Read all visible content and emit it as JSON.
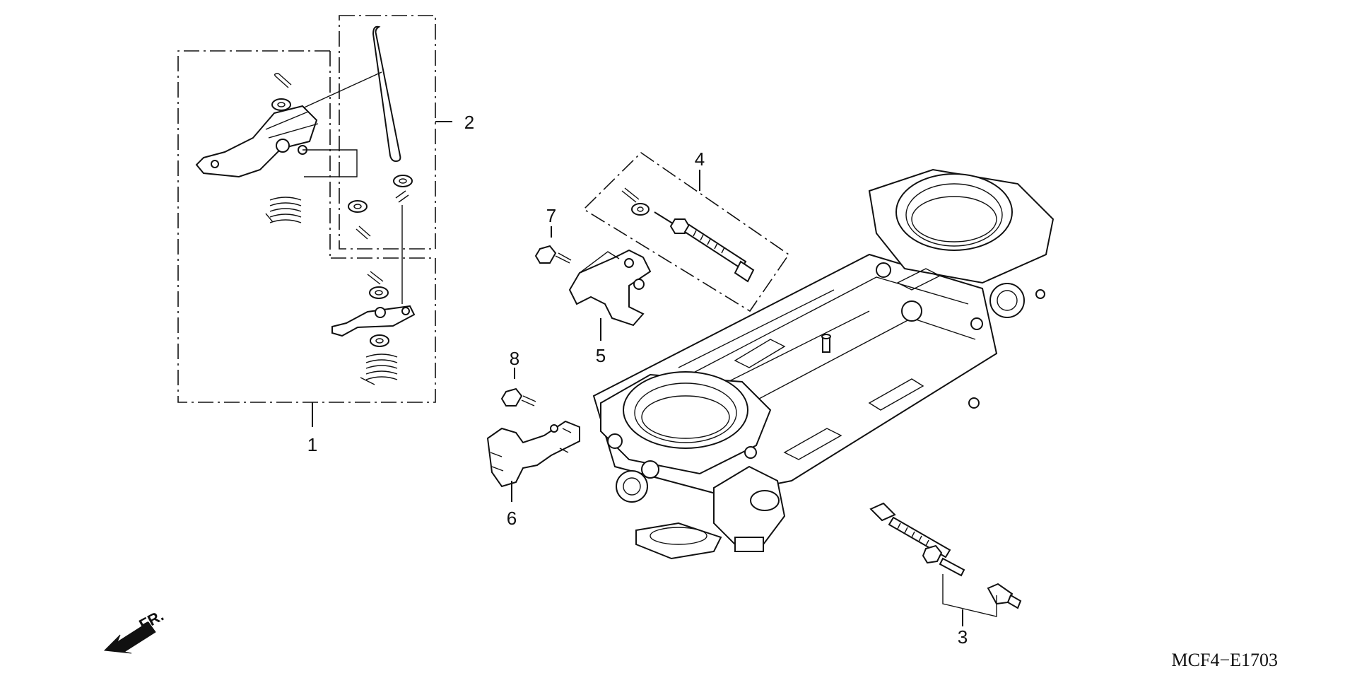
{
  "callouts": [
    "1",
    "2",
    "3",
    "4",
    "5",
    "6",
    "7",
    "8"
  ],
  "diagram_code": "MCF4−E1703",
  "front_indicator": "FR."
}
